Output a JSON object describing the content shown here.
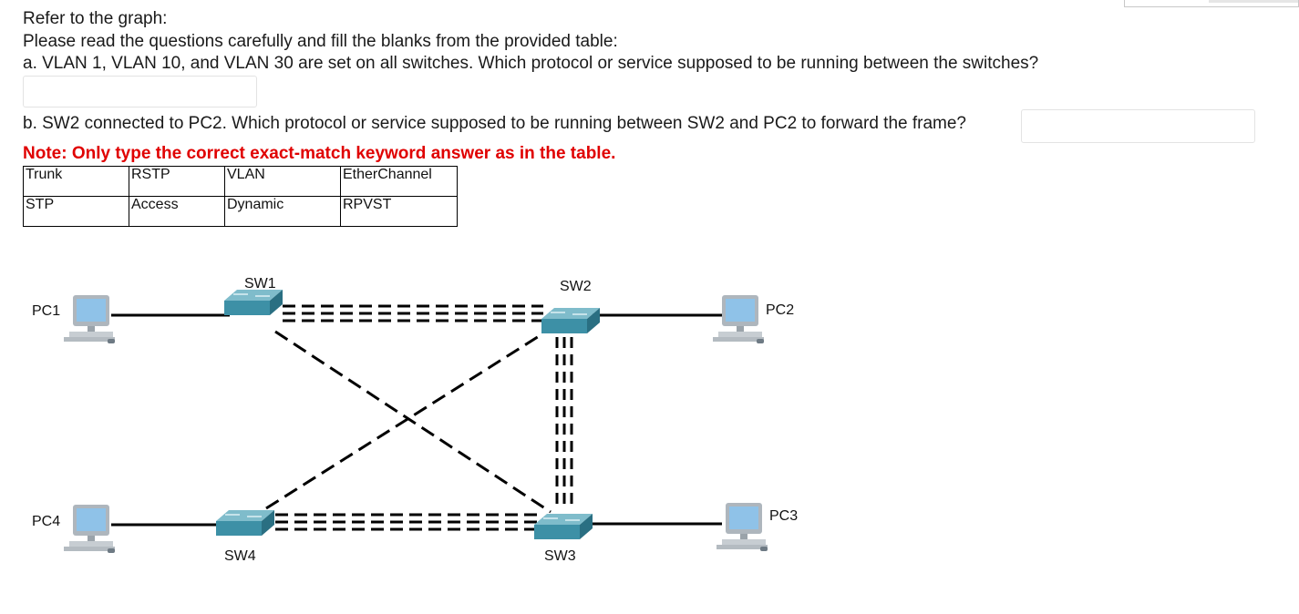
{
  "intro": "Refer to the graph:",
  "instructions": "Please read the questions carefully and fill the blanks from the provided table:",
  "questions": {
    "a": "a. VLAN 1, VLAN 10, and VLAN 30 are set on all switches. Which protocol or service supposed to be running between the switches?",
    "b": "b. SW2 connected to PC2. Which protocol or service supposed to be running between SW2 and PC2 to forward the frame?",
    "a_value": "",
    "b_value": ""
  },
  "note": "Note: Only type the correct exact-match keyword answer as in the table.",
  "options_table": [
    [
      "Trunk",
      "RSTP",
      "VLAN",
      "EtherChannel"
    ],
    [
      "STP",
      "Access",
      "Dynamic",
      "RPVST"
    ]
  ],
  "topology": {
    "switches": [
      "SW1",
      "SW2",
      "SW3",
      "SW4"
    ],
    "pcs": [
      "PC1",
      "PC2",
      "PC3",
      "PC4"
    ]
  },
  "colors": {
    "switch_top": "#6aaebd",
    "switch_side": "#2f7f94",
    "note_red": "#e00000",
    "pc_screen": "#7fb8e0"
  },
  "icons": [
    "switch-icon",
    "pc-icon"
  ]
}
